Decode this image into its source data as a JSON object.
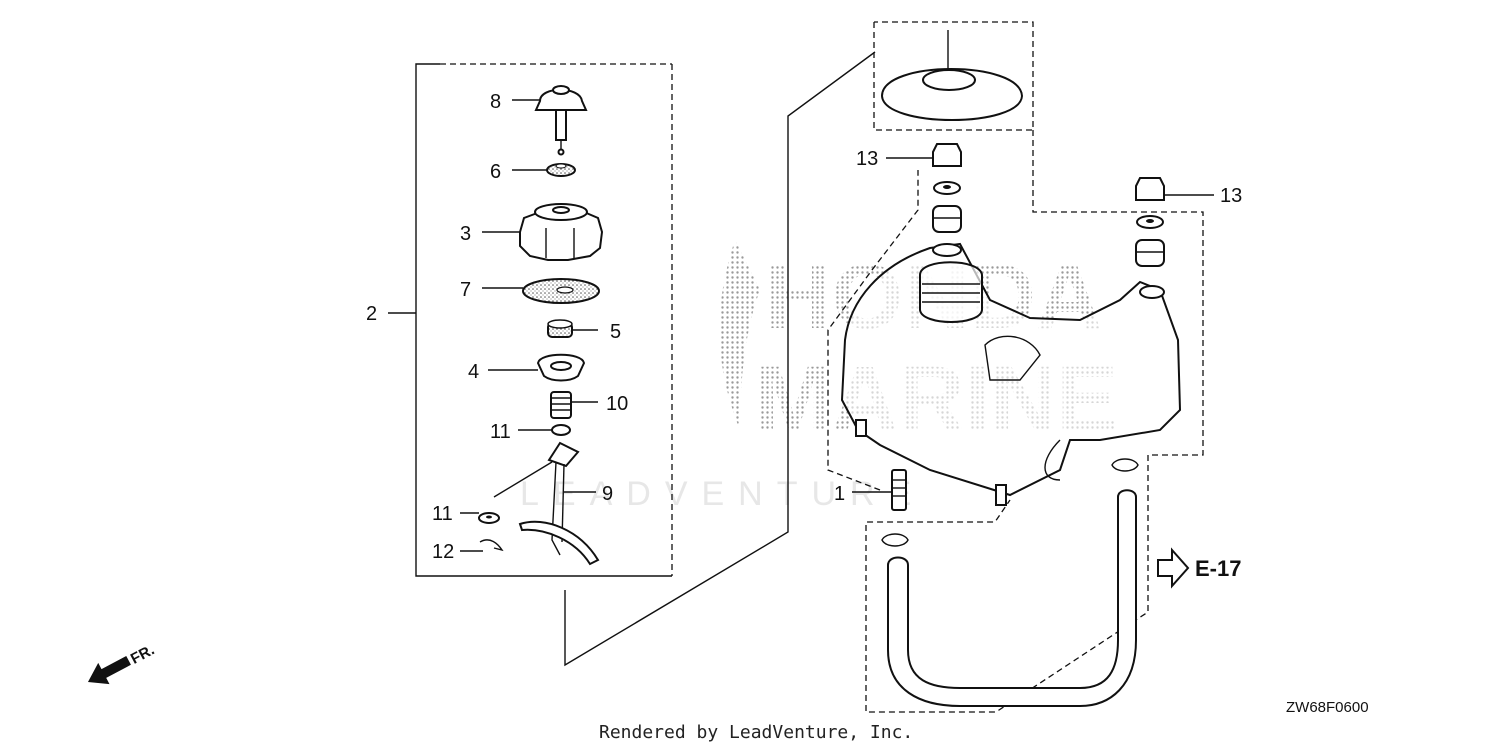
{
  "callouts": {
    "c8": "8",
    "c6": "6",
    "c3": "3",
    "c7": "7",
    "c5": "5",
    "c4": "4",
    "c10": "10",
    "c11a": "11",
    "c9": "9",
    "c11b": "11",
    "c12": "12",
    "c2": "2",
    "c13a": "13",
    "c13b": "13",
    "c1": "1"
  },
  "reference": {
    "label": "E-17"
  },
  "direction": {
    "label": "FR."
  },
  "diagram_code": "ZW68F0600",
  "watermark": {
    "line1": "HONDA",
    "line2": "MARINE",
    "line3": "LEADVENTURE"
  },
  "credit": "Rendered by LeadVenture, Inc.",
  "colors": {
    "ink": "#111111",
    "watermark": "#9a9a9a",
    "background": "#ffffff"
  }
}
